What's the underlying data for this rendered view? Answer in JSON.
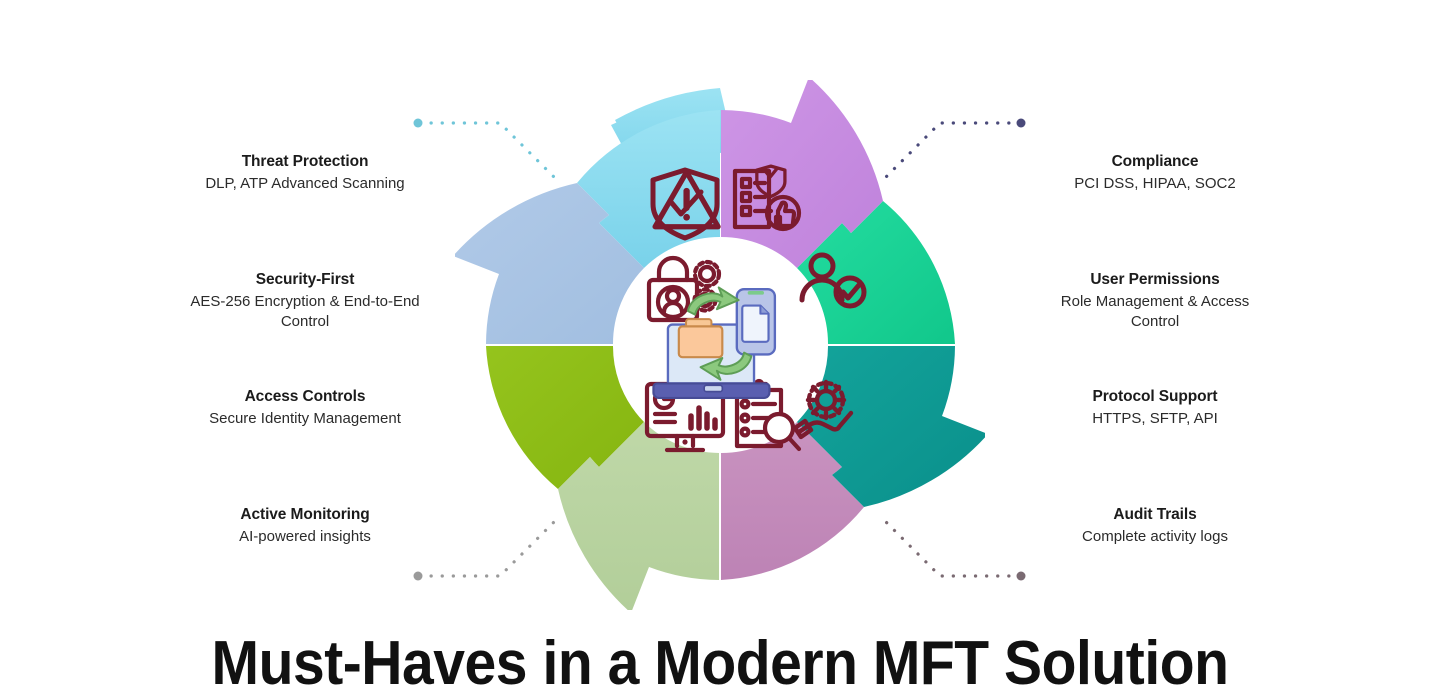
{
  "title": "Must-Haves in a Modern MFT Solution",
  "center": {
    "icon": "file-transfer-laptop-phone-icon"
  },
  "left_labels": [
    {
      "title": "Threat Protection",
      "subtitle": "DLP, ATP Advanced Scanning"
    },
    {
      "title": "Security-First",
      "subtitle": "AES-256 Encryption & End-to-End Control"
    },
    {
      "title": "Access Controls",
      "subtitle": "Secure Identity Management"
    },
    {
      "title": "Active Monitoring",
      "subtitle": "AI-powered insights"
    }
  ],
  "right_labels": [
    {
      "title": "Compliance",
      "subtitle": "PCI DSS, HIPAA, SOC2"
    },
    {
      "title": "User Permissions",
      "subtitle": "Role Management & Access Control"
    },
    {
      "title": "Protocol Support",
      "subtitle": "HTTPS, SFTP, API"
    },
    {
      "title": "Audit Trails",
      "subtitle": "Complete activity logs"
    }
  ],
  "segments": [
    {
      "name": "threat-protection",
      "icon": "warning-triangle-icon",
      "color": "#87DBEF"
    },
    {
      "name": "compliance",
      "icon": "checklist-shield-thumbsup-icon",
      "color": "#C68BE0"
    },
    {
      "name": "user-permissions",
      "icon": "user-check-icon",
      "color": "#1DD396"
    },
    {
      "name": "protocol-support",
      "icon": "gear-in-hand-icon",
      "color": "#0E9A93"
    },
    {
      "name": "audit-trails",
      "icon": "clipboard-magnifier-icon",
      "color": "#C48BBB"
    },
    {
      "name": "active-monitoring",
      "icon": "monitor-analytics-icon",
      "color": "#B9D3A0"
    },
    {
      "name": "access-controls",
      "icon": "padlock-user-gear-icon",
      "color": "#8DBD17"
    },
    {
      "name": "security-first",
      "icon": "shield-check-icon",
      "color": "#A9C4E4"
    }
  ],
  "connector_colors": {
    "top_left": "#6FC5D8",
    "top_right": "#4A4A7A",
    "bottom_left": "#9A9A9A",
    "bottom_right": "#7A6A72"
  },
  "icon_stroke": "#7B1B2E"
}
